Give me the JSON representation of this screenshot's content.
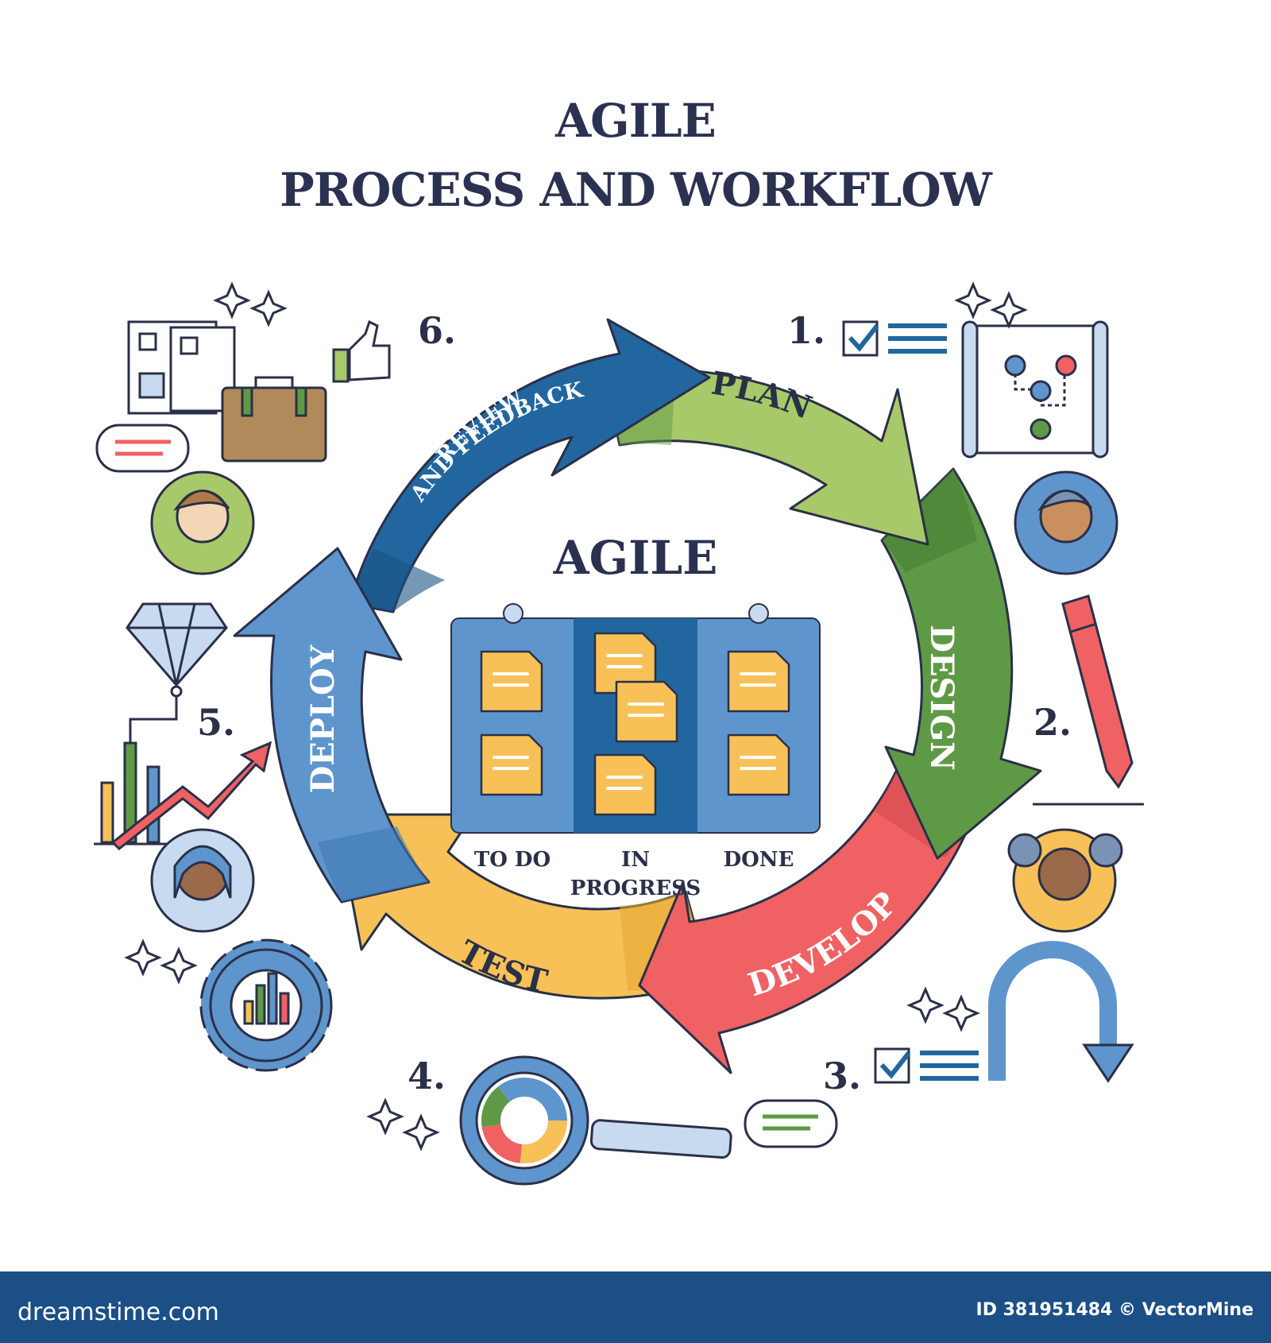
{
  "title": {
    "line1": "AGILE",
    "line2": "PROCESS AND WORKFLOW"
  },
  "center": {
    "title": "AGILE",
    "col_todo": "TO DO",
    "col_inprogress_1": "IN",
    "col_inprogress_2": "PROGRESS",
    "col_done": "DONE"
  },
  "steps": [
    {
      "number": "1.",
      "label": "PLAN",
      "color": "#a7c96a"
    },
    {
      "number": "2.",
      "label": "DESIGN",
      "color": "#5e9a45"
    },
    {
      "number": "3.",
      "label": "DEVELOP",
      "color": "#ef6163"
    },
    {
      "number": "4.",
      "label": "TEST",
      "color": "#f7c158"
    },
    {
      "number": "5.",
      "label": "DEPLOY",
      "color": "#5f95cd"
    },
    {
      "number": "6.",
      "label_1": "REVIEW",
      "label_2": "AND FEEDBACK",
      "color": "#22669f"
    }
  ],
  "footer": {
    "site": "dreamstime.com",
    "credit": "ID 381951484 © VectorMine"
  },
  "icons": [
    "checklist-icon",
    "map-icon",
    "pencil-icon",
    "u-turn-arrow-icon",
    "magnifier-chart-icon",
    "gear-chart-icon",
    "growth-chart-icon",
    "diamond-icon",
    "briefcase-icon",
    "documents-icon",
    "thumbs-up-icon",
    "chat-bubble-icon",
    "avatar-icon",
    "sparkle-icon"
  ]
}
